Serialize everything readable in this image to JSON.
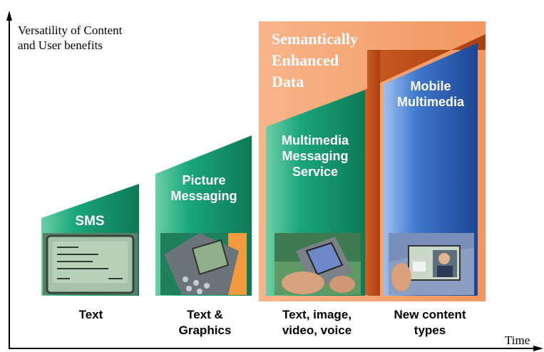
{
  "axes": {
    "y_label_line1": "Versatility of Content",
    "y_label_line2": "and User benefits",
    "x_label": "Time"
  },
  "semantic_band": {
    "line1": "Semantically",
    "line2": "Enhanced",
    "line3": "Data",
    "color": "#f4a070"
  },
  "stages": [
    {
      "title_lines": [
        "SMS"
      ],
      "caption_lines": [
        "Text"
      ],
      "color": "#139a6e"
    },
    {
      "title_lines": [
        "Picture",
        "Messaging"
      ],
      "caption_lines": [
        "Text &",
        "Graphics"
      ],
      "color": "#139a6e"
    },
    {
      "title_lines": [
        "Multimedia",
        "Messaging",
        "Service"
      ],
      "caption_lines": [
        "Text, image,",
        "video, voice"
      ],
      "color": "#139a6e"
    },
    {
      "title_lines": [
        "Mobile",
        "Multimedia"
      ],
      "caption_lines": [
        "New content",
        "types"
      ],
      "color": "#2c5fb0"
    }
  ],
  "icons": [
    "phone-screen-photo",
    "phone-keypad-photo",
    "handheld-mms-photo",
    "video-call-photo"
  ]
}
